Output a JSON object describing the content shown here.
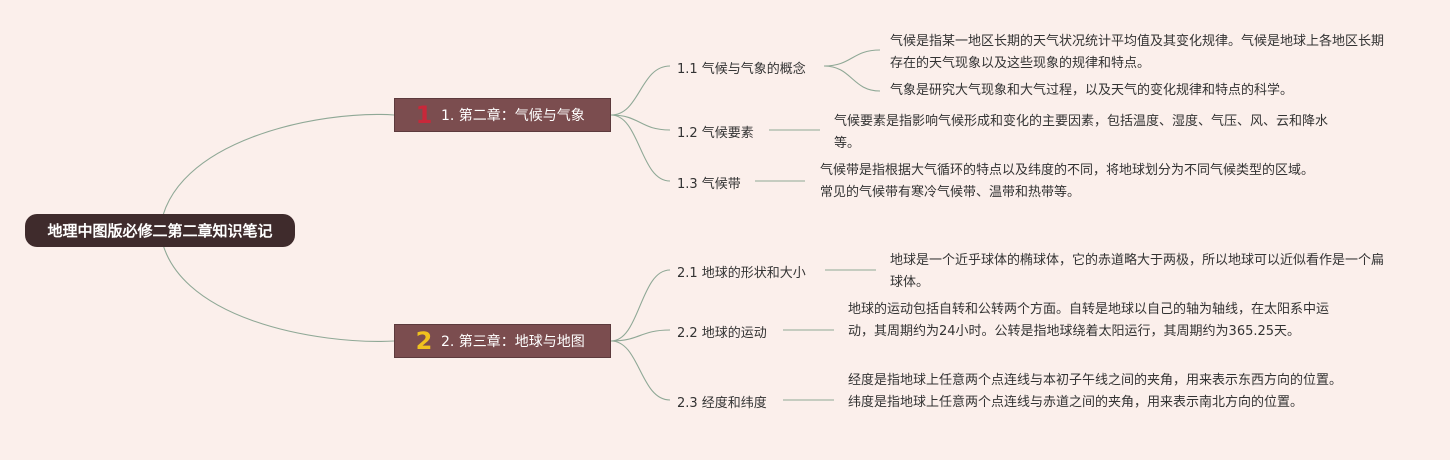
{
  "root": {
    "title": "地理中图版必修二第二章知识笔记"
  },
  "chapters": [
    {
      "num": "1",
      "num_color": "#c8283a",
      "label": "1. 第二章：气候与气象",
      "topics": [
        {
          "label": "1.1 气候与气象的概念",
          "notes": [
            "气候是指某一地区长期的天气状况统计平均值及其变化规律。气候是地球上各地区长期存在的天气现象以及这些现象的规律和特点。",
            "气象是研究大气现象和大气过程，以及天气的变化规律和特点的科学。"
          ]
        },
        {
          "label": "1.2 气候要素",
          "notes": [
            "气候要素是指影响气候形成和变化的主要因素，包括温度、湿度、气压、风、云和降水等。"
          ]
        },
        {
          "label": "1.3 气候带",
          "notes": [
            "气候带是指根据大气循环的特点以及纬度的不同，将地球划分为不同气候类型的区域。常见的气候带有寒冷气候带、温带和热带等。"
          ]
        }
      ]
    },
    {
      "num": "2",
      "num_color": "#f0c21e",
      "label": "2. 第三章：地球与地图",
      "topics": [
        {
          "label": "2.1 地球的形状和大小",
          "notes": [
            "地球是一个近乎球体的椭球体，它的赤道略大于两极，所以地球可以近似看作是一个扁球体。"
          ]
        },
        {
          "label": "2.2 地球的运动",
          "notes": [
            "地球的运动包括自转和公转两个方面。自转是地球以自己的轴为轴线，在太阳系中运动，其周期约为24小时。公转是指地球绕着太阳运行，其周期约为365.25天。"
          ]
        },
        {
          "label": "2.3 经度和纬度",
          "notes": [
            "经度是指地球上任意两个点连线与本初子午线之间的夹角，用来表示东西方向的位置。纬度是指地球上任意两个点连线与赤道之间的夹角，用来表示南北方向的位置。"
          ]
        }
      ]
    }
  ],
  "colors": {
    "line": "#8fa896",
    "root_bg": "#3f2b2c",
    "chapter_bg": "#7b4d4f",
    "page_bg": "#fbefeb"
  }
}
